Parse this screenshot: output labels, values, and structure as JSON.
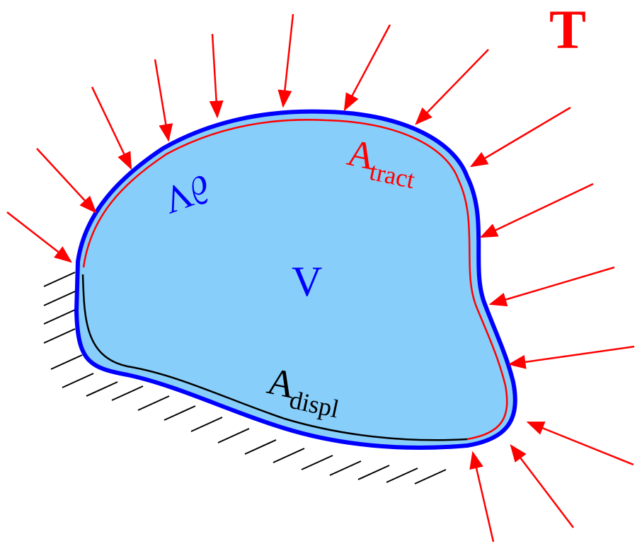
{
  "labels": {
    "traction_symbol": "T",
    "volume": "V",
    "boundary": "∂V",
    "traction_area_main": "A",
    "traction_area_sub": "tract",
    "displacement_area_main": "A",
    "displacement_area_sub": "displ"
  },
  "colors": {
    "body_fill": "#87cefa",
    "boundary": "#0000ff",
    "traction_region": "#ff0000",
    "displacement_region": "#000000",
    "arrows": "#ff0000",
    "hatch": "#000000",
    "label_blue": "#0000ff",
    "label_red": "#ff0000",
    "label_black": "#000000"
  }
}
